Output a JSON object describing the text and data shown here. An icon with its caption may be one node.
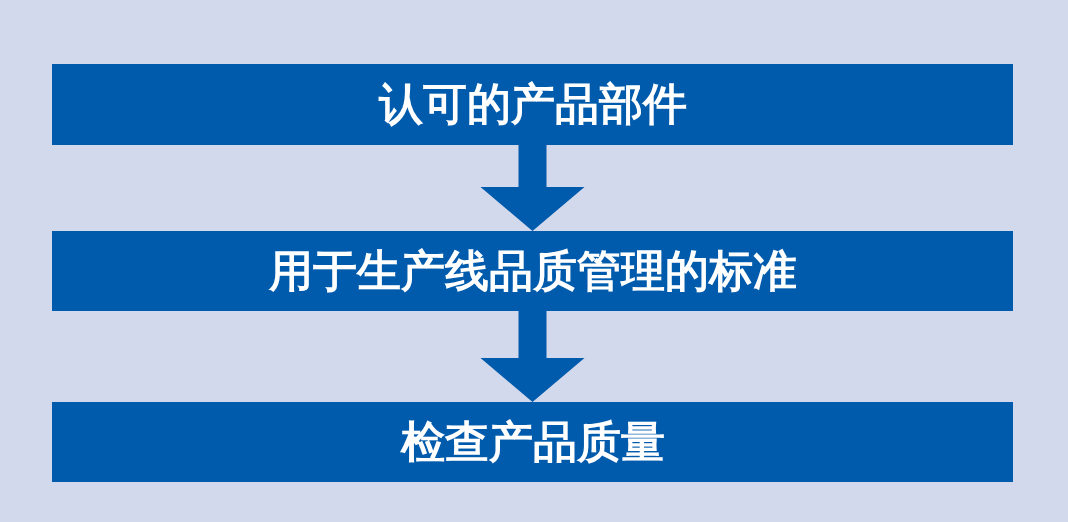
{
  "diagram": {
    "nodes": [
      {
        "text": [
          "认可的产品部件"
        ]
      },
      {
        "text": [
          "用于生产线品质管理的标准"
        ]
      },
      {
        "text": [
          "检查产品质量"
        ]
      }
    ],
    "edges": [
      {
        "from": 0,
        "to": 1,
        "arrow": "to"
      },
      {
        "from": 1,
        "to": 2,
        "arrow": "to"
      }
    ]
  }
}
